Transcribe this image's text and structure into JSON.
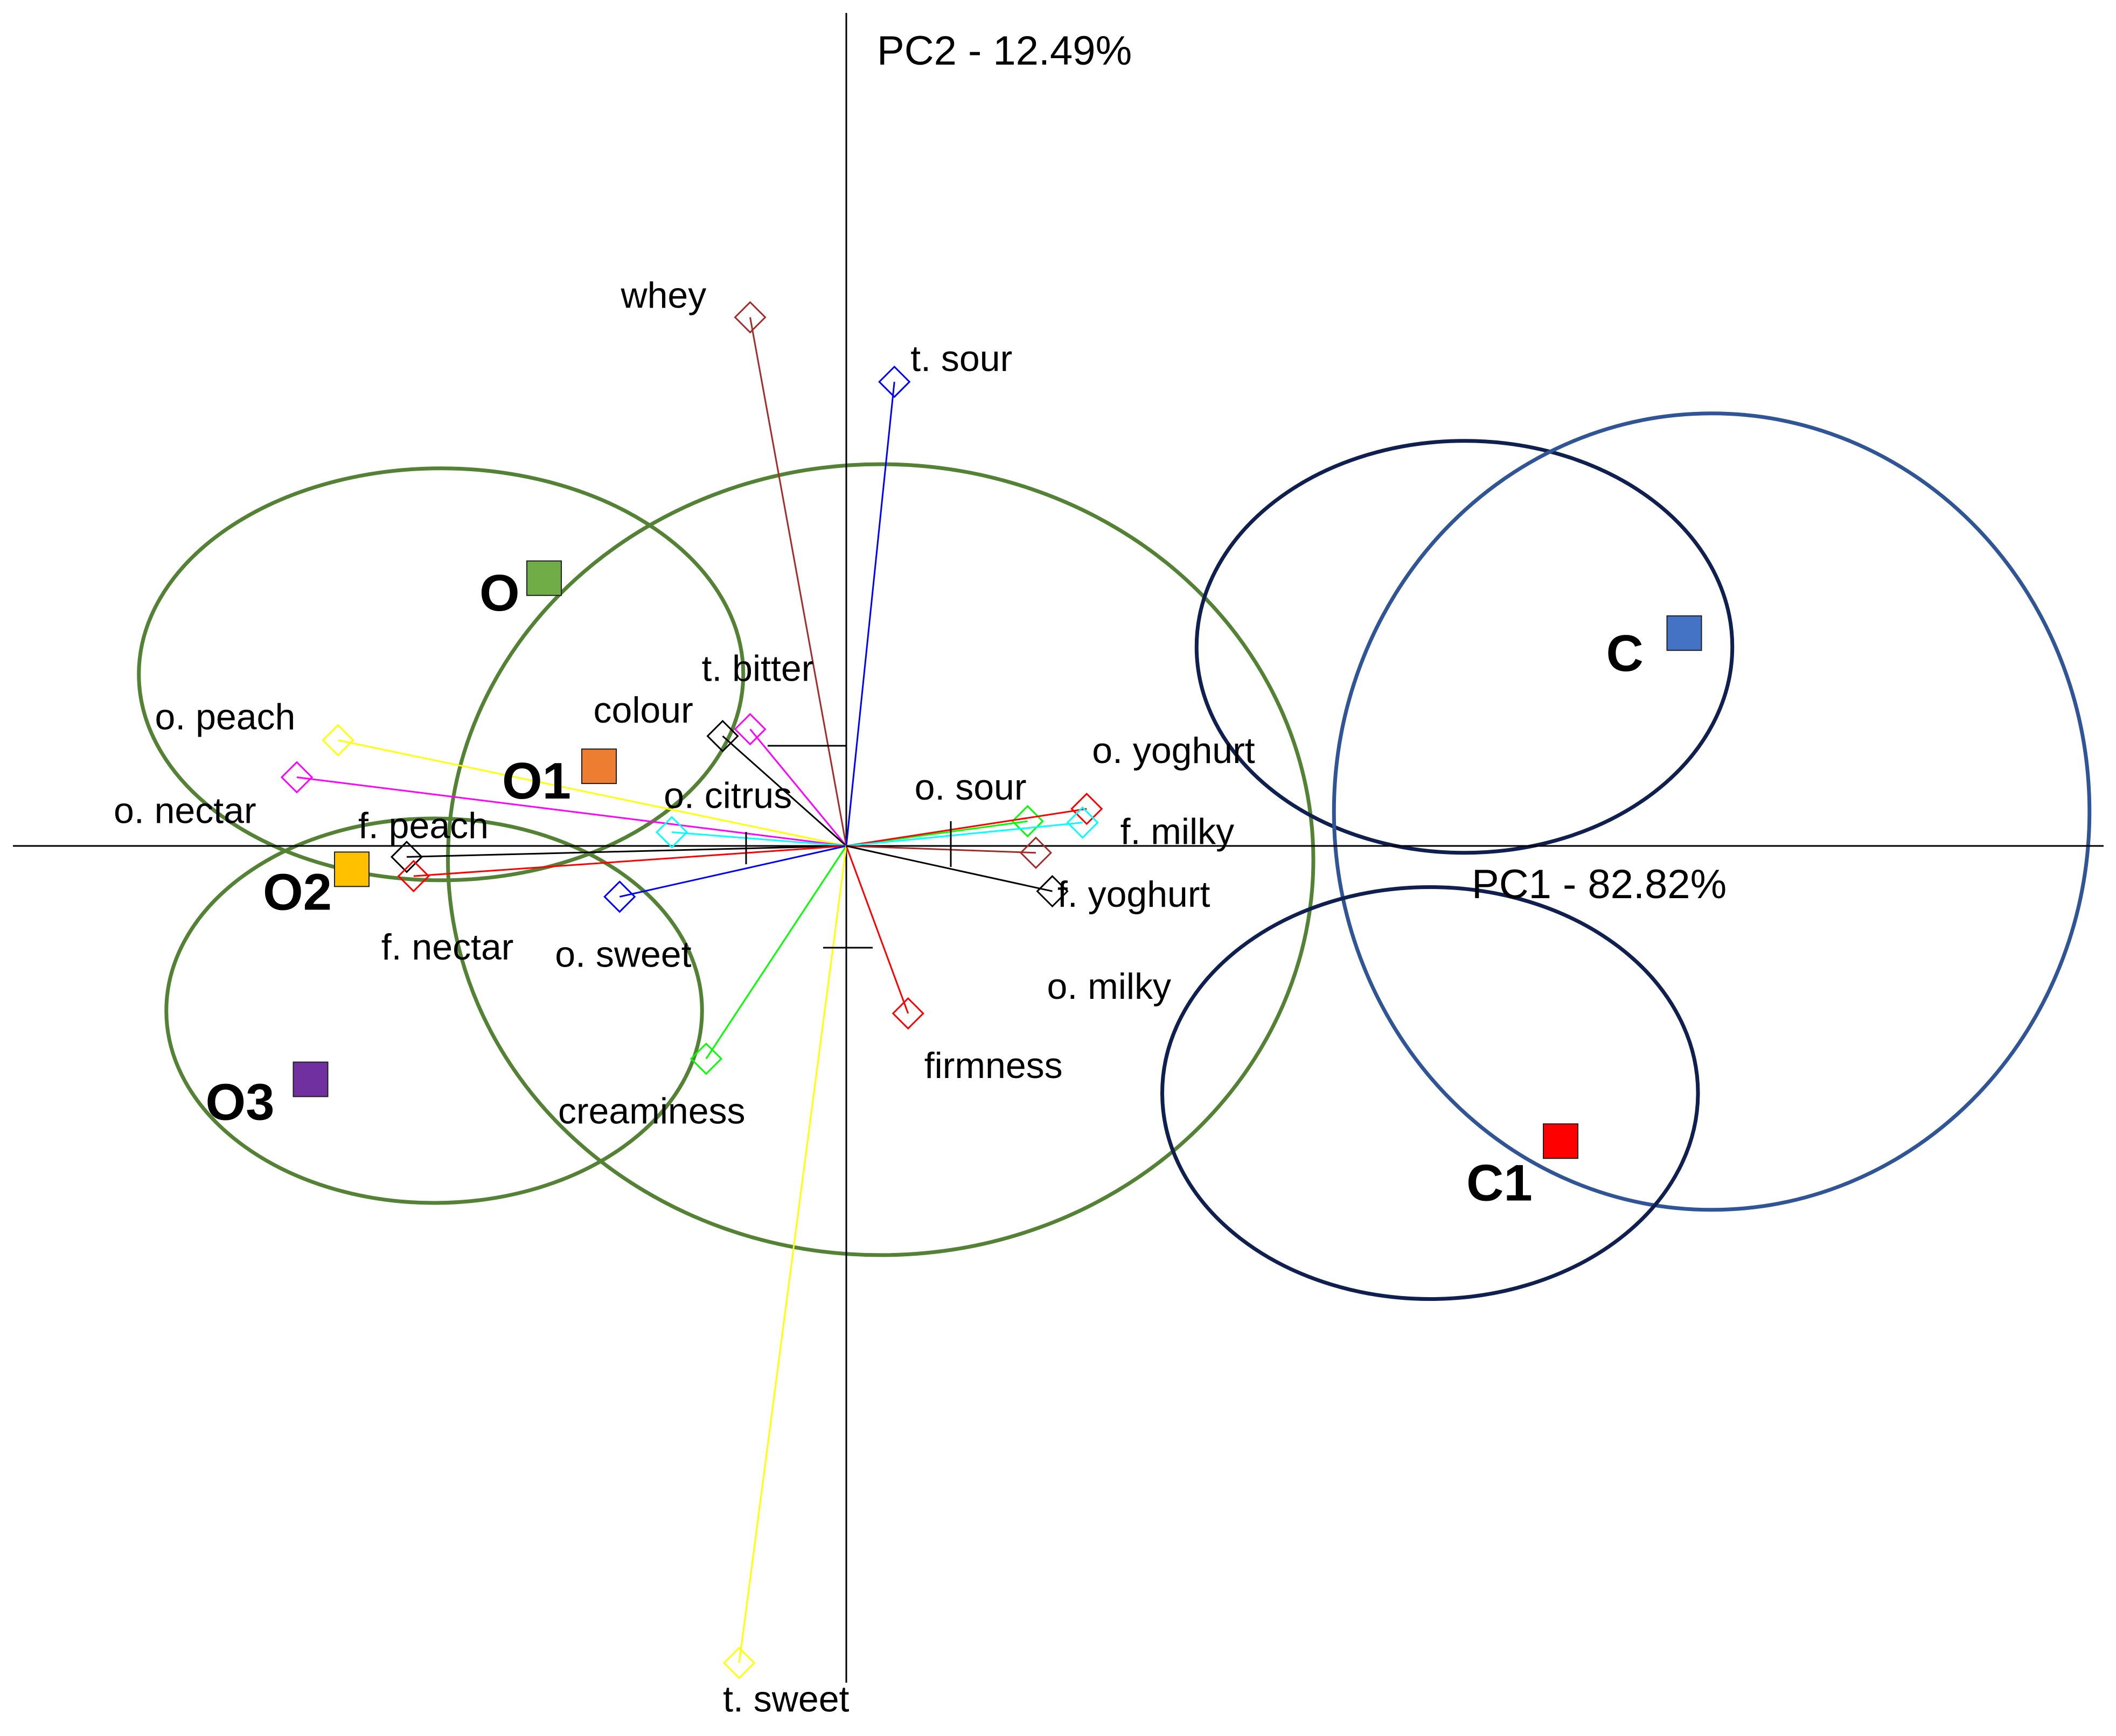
{
  "chart_data": {
    "type": "scatter",
    "subtype": "PCA biplot",
    "xlabel": "PC1 - 82.82%",
    "ylabel": "PC2 - 12.49%",
    "xlim": [
      -6.1,
      9.3
    ],
    "ylim": [
      -6.1,
      6.1
    ],
    "grid": false,
    "legend": "none",
    "samples": [
      {
        "label": "O",
        "x": -2.2,
        "y": 1.95,
        "color": "#70ad47"
      },
      {
        "label": "O1",
        "x": -1.8,
        "y": 0.58,
        "color": "#ed7d31"
      },
      {
        "label": "O2",
        "x": -3.6,
        "y": -0.17,
        "color": "#ffc000"
      },
      {
        "label": "O3",
        "x": -3.9,
        "y": -1.7,
        "color": "#7030a0"
      },
      {
        "label": "C",
        "x": 6.1,
        "y": 1.55,
        "color": "#4472c4"
      },
      {
        "label": "C1",
        "x": 5.2,
        "y": -2.15,
        "color": "#ff0000"
      }
    ],
    "variables": [
      {
        "label": "whey",
        "x": -0.7,
        "y": 3.85,
        "color": "#a52a2a"
      },
      {
        "label": "t. sour",
        "x": 0.35,
        "y": 3.38,
        "color": "#0000ff"
      },
      {
        "label": "t. bitter",
        "x": -0.7,
        "y": 0.85,
        "color": "#ff00ff"
      },
      {
        "label": "colour",
        "x": -0.9,
        "y": 0.8,
        "color": "#000000"
      },
      {
        "label": "o. peach",
        "x": -3.7,
        "y": 0.77,
        "color": "#ffff00"
      },
      {
        "label": "o. nectar",
        "x": -4.0,
        "y": 0.5,
        "color": "#ff00ff"
      },
      {
        "label": "o. citrus",
        "x": -1.27,
        "y": 0.1,
        "color": "#00ffff"
      },
      {
        "label": "f. peach",
        "x": -3.2,
        "y": -0.08,
        "color": "#000000"
      },
      {
        "label": "f. nectar",
        "x": -3.15,
        "y": -0.22,
        "color": "#ff0000"
      },
      {
        "label": "o. sweet",
        "x": -1.65,
        "y": -0.37,
        "color": "#0000ff"
      },
      {
        "label": "creaminess",
        "x": -1.02,
        "y": -1.55,
        "color": "#00ff00"
      },
      {
        "label": "t. sweet",
        "x": -0.78,
        "y": -5.95,
        "color": "#ffff00"
      },
      {
        "label": "firmness",
        "x": 0.45,
        "y": -1.22,
        "color": "#ff0000"
      },
      {
        "label": "o. sour",
        "x": 1.32,
        "y": 0.18,
        "color": "#00ff00"
      },
      {
        "label": "o. yoghurt",
        "x": 1.75,
        "y": 0.27,
        "color": "#ff0000"
      },
      {
        "label": "f. milky",
        "x": 1.72,
        "y": 0.17,
        "color": "#00ffff"
      },
      {
        "label": "f. yoghurt",
        "x": 1.38,
        "y": -0.05,
        "color": "#a52a2a"
      },
      {
        "label": "o. milky",
        "x": 1.5,
        "y": -0.33,
        "color": "#000000"
      }
    ],
    "ellipses": [
      {
        "cx": 0.25,
        "cy": -0.1,
        "rx": 3.15,
        "ry": 2.88,
        "color": "#548235"
      },
      {
        "cx": -2.95,
        "cy": 1.25,
        "rx": 2.2,
        "ry": 1.5,
        "color": "#548235"
      },
      {
        "cx": -3.0,
        "cy": -1.2,
        "rx": 1.95,
        "ry": 1.4,
        "color": "#548235"
      },
      {
        "cx": 4.5,
        "cy": 1.45,
        "rx": 1.95,
        "ry": 1.5,
        "color": "#0f1f4f"
      },
      {
        "cx": 6.3,
        "cy": 0.25,
        "rx": 2.75,
        "ry": 2.9,
        "color": "#2f5597"
      },
      {
        "cx": 4.25,
        "cy": -1.8,
        "rx": 1.95,
        "ry": 1.5,
        "color": "#0f1f4f"
      }
    ]
  }
}
